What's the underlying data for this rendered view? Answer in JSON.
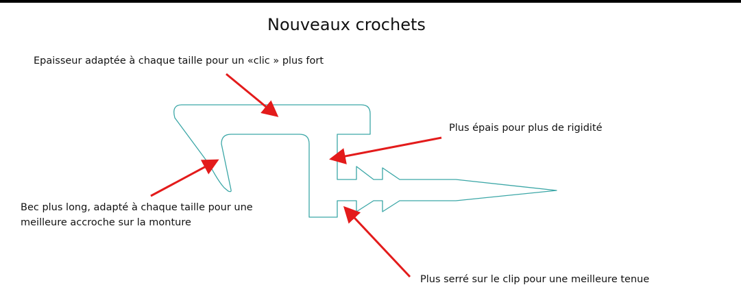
{
  "title": "Nouveaux crochets",
  "colors": {
    "outline": "#3aa6a6",
    "arrow": "#e31b1b",
    "text": "#111111",
    "rule": "#000000"
  },
  "annotations": {
    "thickness": "Epaisseur adaptée à chaque taille pour un «clic » plus fort",
    "rigidity": "Plus épais pour plus de rigidité",
    "beak_line1": "Bec plus long, adapté à chaque taille pour une",
    "beak_line2": "meilleure accroche sur la monture",
    "clip": "Plus serré sur le clip pour une meilleure tenue"
  }
}
